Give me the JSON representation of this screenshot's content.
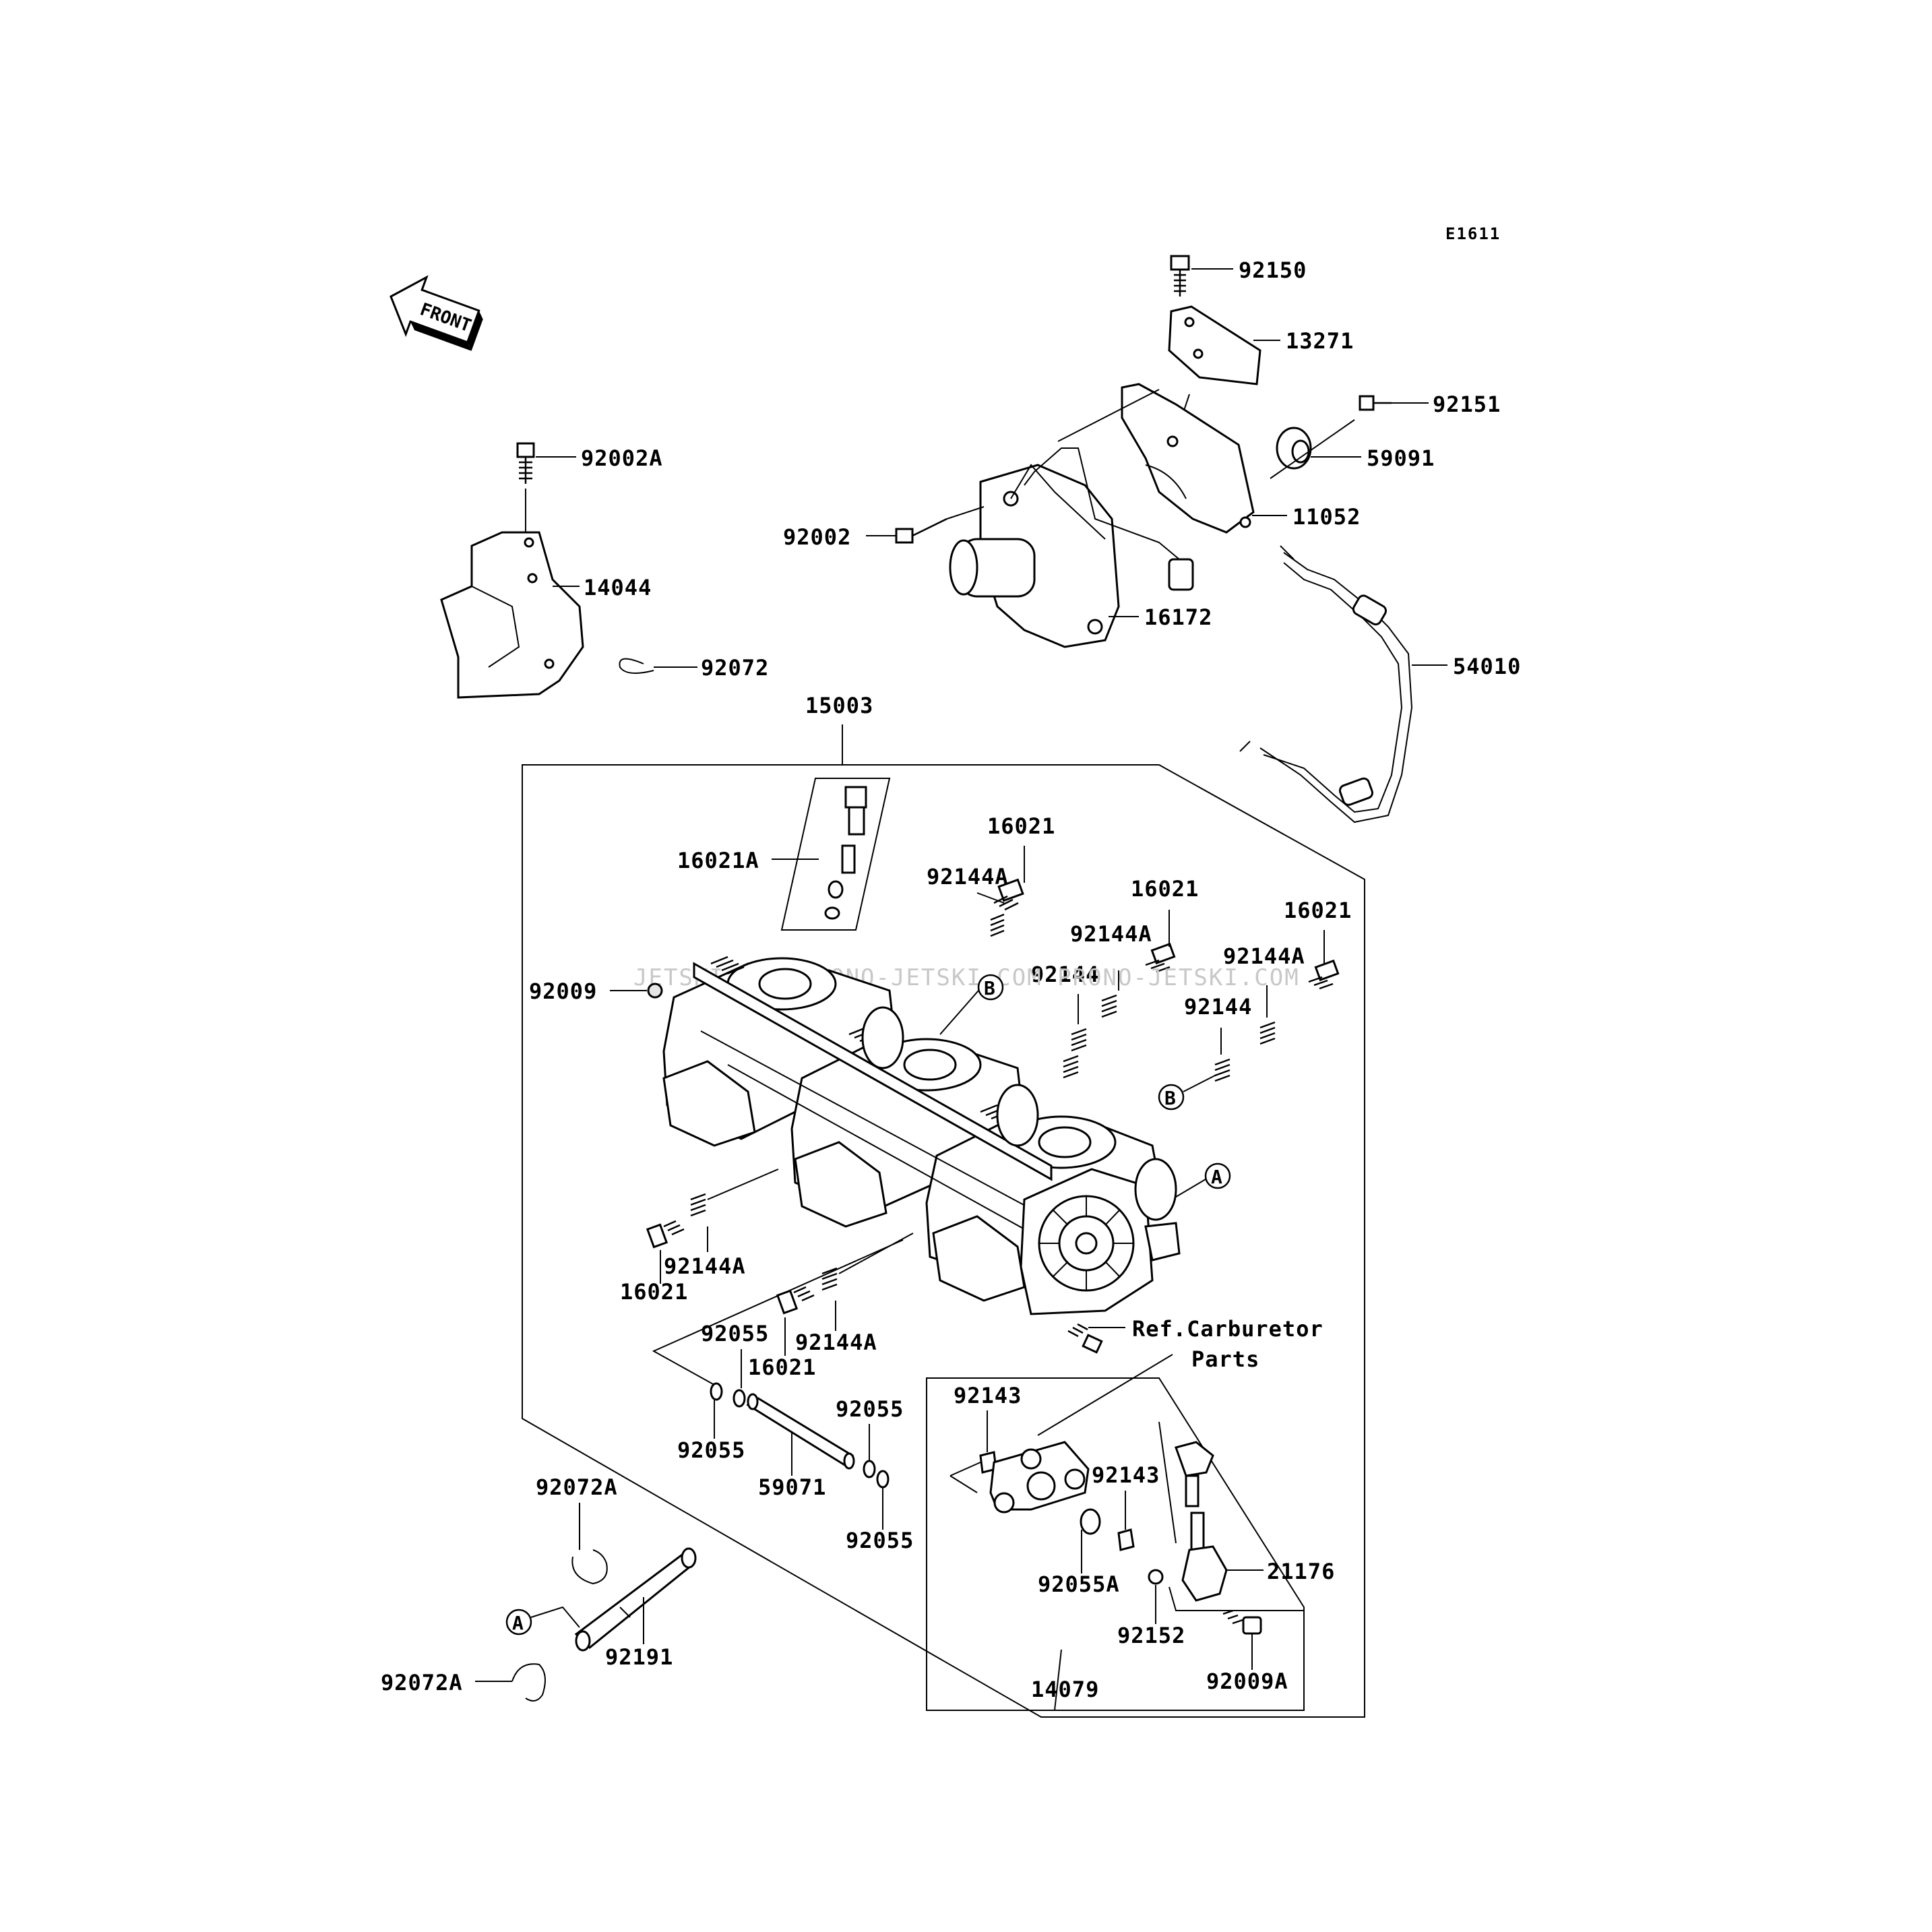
{
  "diagram_code": "E1611",
  "front_label": "FRONT",
  "watermark": "JETSKI.COM  PRONO-JETSKI.COM  PRONO-JETSKI.COM",
  "ref_note": {
    "line1": "Ref.Carburetor",
    "line2": "Parts"
  },
  "callouts": {
    "a": "A",
    "b": "B"
  },
  "parts": {
    "p92150": "92150",
    "p13271": "13271",
    "p92151": "92151",
    "p59091": "59091",
    "p11052": "11052",
    "p92002": "92002",
    "p16172": "16172",
    "p54010": "54010",
    "p92002A": "92002A",
    "p14044": "14044",
    "p92072": "92072",
    "p15003": "15003",
    "p16021A": "16021A",
    "p16021_1": "16021",
    "p92144A_1": "92144A",
    "p16021_2": "16021",
    "p92144A_2": "92144A",
    "p16021_3": "16021",
    "p92144A_3": "92144A",
    "p92144_1": "92144",
    "p92144_2": "92144",
    "p92009": "92009",
    "p16021_4": "16021",
    "p92144A_4": "92144A",
    "p92055_1": "92055",
    "p16021_5": "16021",
    "p92144A_5": "92144A",
    "p92055_2": "92055",
    "p92055_3": "92055",
    "p59071": "59071",
    "p92055_4": "92055",
    "p92143_1": "92143",
    "p92143_2": "92143",
    "p21176": "21176",
    "p92055A": "92055A",
    "p92152": "92152",
    "p92009A": "92009A",
    "p14079": "14079",
    "p92072A_1": "92072A",
    "p92191": "92191",
    "p92072A_2": "92072A"
  }
}
